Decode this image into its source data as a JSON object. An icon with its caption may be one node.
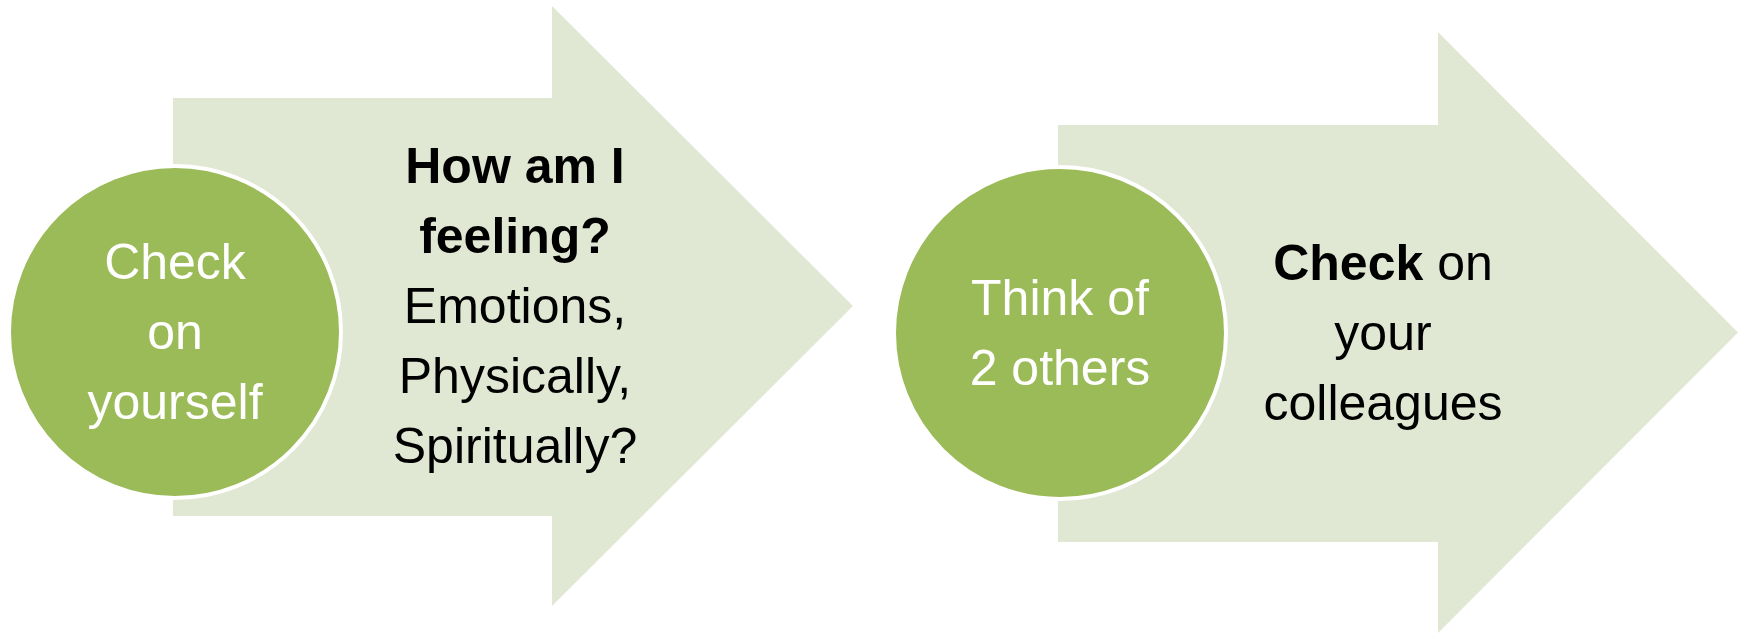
{
  "diagram": {
    "nodes": [
      {
        "text": [
          "Check on yourself"
        ]
      },
      {
        "text": [
          "How am I feeling?",
          "Emotions, Physically, Spiritually?"
        ]
      },
      {
        "text": [
          "Think of 2 others"
        ]
      },
      {
        "text": [
          "**Check** on your colleagues"
        ]
      }
    ]
  }
}
